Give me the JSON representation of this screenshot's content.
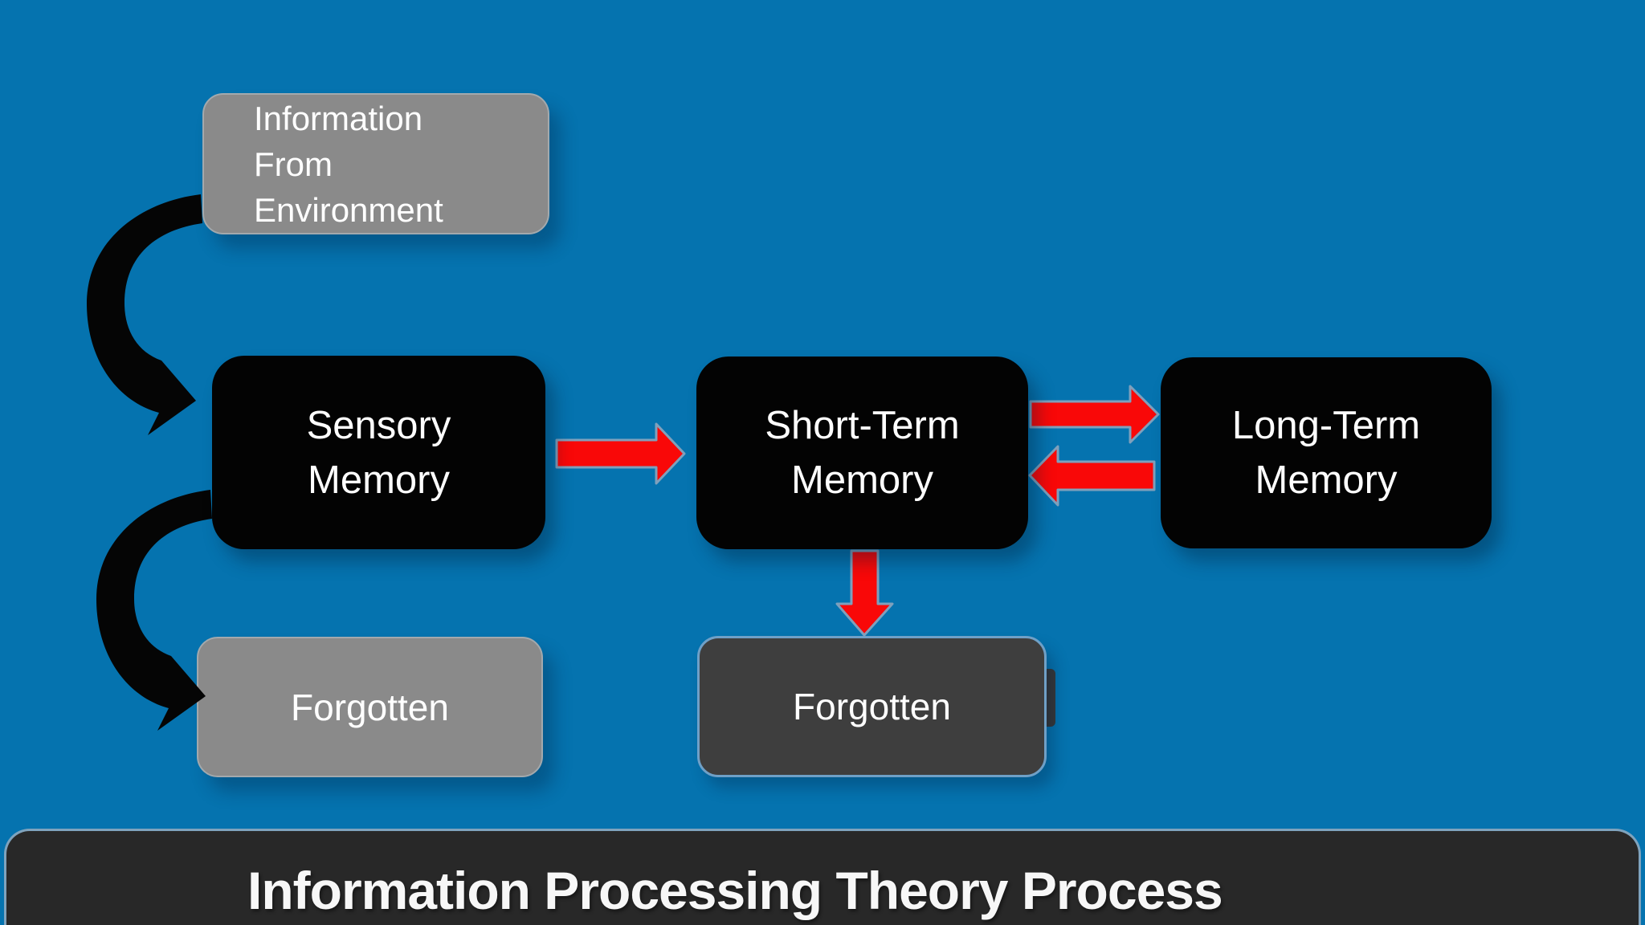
{
  "diagram": {
    "nodes": {
      "environment": {
        "label": "Information\nFrom\nEnvironment"
      },
      "sensory": {
        "label": "Sensory\nMemory"
      },
      "short_term": {
        "label": "Short-Term\nMemory"
      },
      "long_term": {
        "label": "Long-Term\nMemory"
      },
      "forgotten_from_sensory": {
        "label": "Forgotten"
      },
      "forgotten_from_short_term": {
        "label": "Forgotten"
      }
    },
    "arrows": {
      "sensory_to_short_term": "red-right",
      "short_term_to_long_term": "red-right",
      "long_term_to_short_term": "red-left",
      "short_term_to_forgotten": "red-down",
      "environment_to_sensory": "black-curved",
      "sensory_to_forgotten": "black-curved"
    },
    "colors": {
      "background": "#0573AF",
      "arrow_red": "#F90808",
      "arrow_red_outline": "#7FA0BC",
      "curved_arrow_black": "#050505",
      "box_black": "#030303",
      "box_gray": "#8A8A8A",
      "box_gray_border": "#A3A9AD",
      "box_dark_gray": "#3E3E3E",
      "box_dark_gray_border": "#6FA0C7",
      "title_bar": "#282828",
      "title_bar_border": "#7FA3BD",
      "text": "#FFFFFF"
    }
  },
  "footer": {
    "title": "Information Processing Theory Process"
  }
}
